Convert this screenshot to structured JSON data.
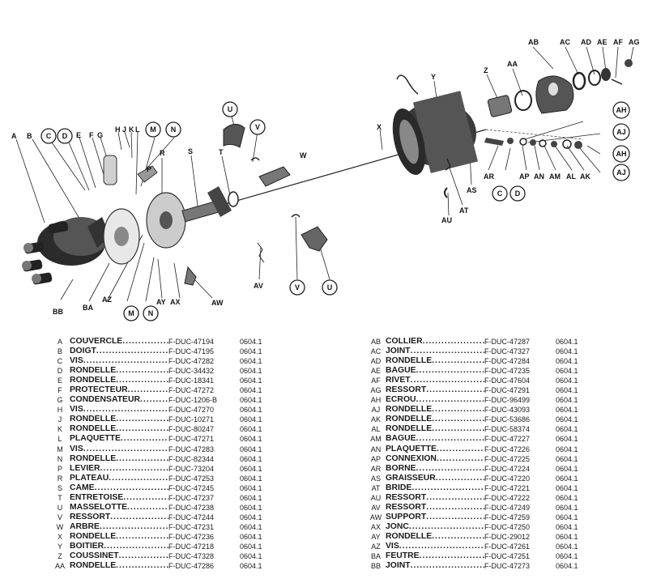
{
  "diagram": {
    "plain_labels": {
      "A": "A",
      "B": "B",
      "E": "E",
      "F": "F",
      "G": "G",
      "H": "H",
      "J": "J",
      "K": "K",
      "L": "L",
      "P": "P",
      "R": "R",
      "S": "S",
      "T": "T",
      "W": "W",
      "X": "X",
      "Y": "Y",
      "Z": "Z",
      "AA": "AA",
      "AB": "AB",
      "AC": "AC",
      "AD": "AD",
      "AE": "AE",
      "AF": "AF",
      "AG": "AG",
      "AR": "AR",
      "AP": "AP",
      "AN": "AN",
      "AM": "AM",
      "AL": "AL",
      "AK": "AK",
      "AS": "AS",
      "AT": "AT",
      "AU": "AU",
      "AV": "AV",
      "AW": "AW",
      "AX": "AX",
      "AY": "AY",
      "AZ": "AZ",
      "BA": "BA",
      "BB": "BB"
    },
    "circled_labels": {
      "C1": "C",
      "D1": "D",
      "M1": "M",
      "N1": "N",
      "U1": "U",
      "V1": "V",
      "V2": "V",
      "U2": "U",
      "C2": "C",
      "D2": "D",
      "M2": "M",
      "N2": "N",
      "AH1": "AH",
      "AJ1": "AJ",
      "AH2": "AH",
      "AJ2": "AJ"
    }
  },
  "parts_left": [
    {
      "code": "A",
      "name": "COUVERCLE",
      "ref": "F-DUC-47194",
      "date": "0604.1"
    },
    {
      "code": "B",
      "name": "DOIGT",
      "ref": "F-DUC-47195",
      "date": "0604.1"
    },
    {
      "code": "C",
      "name": "VIS",
      "ref": "F-DUC-47282",
      "date": "0604.1"
    },
    {
      "code": "D",
      "name": "RONDELLE",
      "ref": "F-DUC-34432",
      "date": "0604.1"
    },
    {
      "code": "E",
      "name": "RONDELLE",
      "ref": "F-DUC-18341",
      "date": "0604.1"
    },
    {
      "code": "F",
      "name": "PROTECTEUR",
      "ref": "F-DUC-47272",
      "date": "0604.1"
    },
    {
      "code": "G",
      "name": "CONDENSATEUR",
      "ref": "F-DUC-1206-B",
      "date": "0604.1"
    },
    {
      "code": "H",
      "name": "VIS",
      "ref": "F-DUC-47270",
      "date": "0604.1"
    },
    {
      "code": "J",
      "name": "RONDELLE",
      "ref": "F-DUC-10271",
      "date": "0604.1"
    },
    {
      "code": "K",
      "name": "RONDELLE",
      "ref": "F-DUC-80247",
      "date": "0604.1"
    },
    {
      "code": "L",
      "name": "PLAQUETTE",
      "ref": "F-DUC-47271",
      "date": "0604.1"
    },
    {
      "code": "M",
      "name": "VIS",
      "ref": "F-DUC-47283",
      "date": "0604.1"
    },
    {
      "code": "N",
      "name": "RONDELLE",
      "ref": "F-DUC-82344",
      "date": "0604.1"
    },
    {
      "code": "P",
      "name": "LEVIER",
      "ref": "F-DUC-73204",
      "date": "0604.1"
    },
    {
      "code": "R",
      "name": "PLATEAU",
      "ref": "F-DUC-47253",
      "date": "0604.1"
    },
    {
      "code": "S",
      "name": "CAME",
      "ref": "F-DUC-47245",
      "date": "0604.1"
    },
    {
      "code": "T",
      "name": "ENTRETOISE",
      "ref": "F-DUC-47237",
      "date": "0604.1"
    },
    {
      "code": "U",
      "name": "MASSELOTTE",
      "ref": "F-DUC-47238",
      "date": "0604.1"
    },
    {
      "code": "V",
      "name": "RESSORT",
      "ref": "F-DUC-47244",
      "date": "0604.1"
    },
    {
      "code": "W",
      "name": "ARBRE",
      "ref": "F-DUC-47231",
      "date": "0604.1"
    },
    {
      "code": "X",
      "name": "RONDELLE",
      "ref": "F-DUC-47236",
      "date": "0604.1"
    },
    {
      "code": "Y",
      "name": "BOITIER",
      "ref": "F-DUC-47218",
      "date": "0604.1"
    },
    {
      "code": "Z",
      "name": "COUSSINET",
      "ref": "F-DUC-47328",
      "date": "0604.1"
    },
    {
      "code": "AA",
      "name": "RONDELLE",
      "ref": "F-DUC-47286",
      "date": "0604.1"
    }
  ],
  "parts_right": [
    {
      "code": "AB",
      "name": "COLLIER",
      "ref": "F-DUC-47287",
      "date": "0604.1"
    },
    {
      "code": "AC",
      "name": "JOINT",
      "ref": "F-DUC-47327",
      "date": "0604.1"
    },
    {
      "code": "AD",
      "name": "RONDELLE",
      "ref": "F-DUC-47284",
      "date": "0604.1"
    },
    {
      "code": "AE",
      "name": "BAGUE",
      "ref": "F-DUC-47235",
      "date": "0604.1"
    },
    {
      "code": "AF",
      "name": "RIVET",
      "ref": "F-DUC-47604",
      "date": "0604.1"
    },
    {
      "code": "AG",
      "name": "RESSORT",
      "ref": "F-DUC-47291",
      "date": "0604.1"
    },
    {
      "code": "AH",
      "name": "ÉCROU",
      "ref": "F-DUC-96499",
      "date": "0604.1"
    },
    {
      "code": "AJ",
      "name": "RONDELLE",
      "ref": "F-DUC-43093",
      "date": "0604.1"
    },
    {
      "code": "AK",
      "name": "RONDELLE",
      "ref": "F-DUC-53686",
      "date": "0604.1"
    },
    {
      "code": "AL",
      "name": "RONDELLE",
      "ref": "F-DUC-58374",
      "date": "0604.1"
    },
    {
      "code": "AM",
      "name": "BAGUE",
      "ref": "F-DUC-47227",
      "date": "0604.1"
    },
    {
      "code": "AN",
      "name": "PLAQUETTE",
      "ref": "F-DUC-47226",
      "date": "0604.1"
    },
    {
      "code": "AP",
      "name": "CONNEXION",
      "ref": "F-DUC-47225",
      "date": "0604.1"
    },
    {
      "code": "AR",
      "name": "BORNE",
      "ref": "F-DUC-47224",
      "date": "0604.1"
    },
    {
      "code": "AS",
      "name": "GRAISSEUR",
      "ref": "F-DUC-47220",
      "date": "0604.1"
    },
    {
      "code": "AT",
      "name": "BRIDE",
      "ref": "F-DUC-47221",
      "date": "0604.1"
    },
    {
      "code": "AU",
      "name": "RESSORT",
      "ref": "F-DUC-47222",
      "date": "0604.1"
    },
    {
      "code": "AV",
      "name": "RESSORT",
      "ref": "F-DUC-47249",
      "date": "0604.1"
    },
    {
      "code": "AW",
      "name": "SUPPORT",
      "ref": "F-DUC-47259",
      "date": "0604.1"
    },
    {
      "code": "AX",
      "name": "JONC",
      "ref": "F-DUC-47250",
      "date": "0604.1"
    },
    {
      "code": "AY",
      "name": "RONDELLE",
      "ref": "F-DUC-29012",
      "date": "0604.1"
    },
    {
      "code": "AZ",
      "name": "VIS",
      "ref": "F-DUC-47261",
      "date": "0604.1"
    },
    {
      "code": "BA",
      "name": "FEUTRE",
      "ref": "F-DUC-47251",
      "date": "0604.1"
    },
    {
      "code": "BB",
      "name": "JOINT",
      "ref": "F-DUC-47273",
      "date": "0604.1"
    }
  ]
}
